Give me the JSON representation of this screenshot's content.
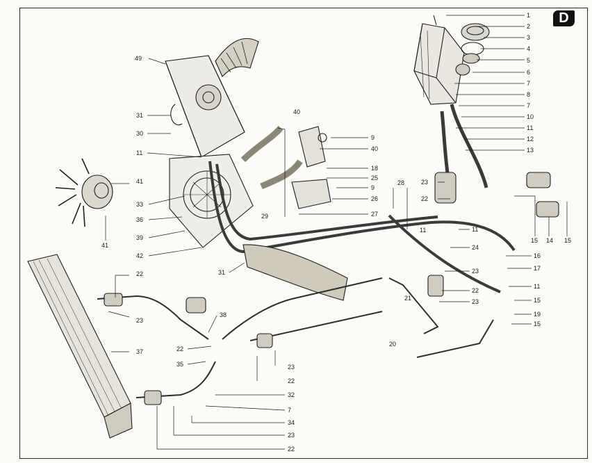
{
  "badge": "D",
  "callouts": {
    "c1": "1",
    "c2": "2",
    "c3": "3",
    "c4": "4",
    "c5": "5",
    "c6": "6",
    "c7a": "7",
    "c8": "8",
    "c7b": "7",
    "c10": "10",
    "c11a": "11",
    "c12": "12",
    "c13": "13",
    "c9a": "9",
    "c40a": "40",
    "c40b": "40",
    "c18": "18",
    "c25": "25",
    "c9b": "9",
    "c26": "26",
    "c27": "27",
    "c28": "28",
    "c23a": "23",
    "c22a": "22",
    "c11b": "11",
    "c11c": "11",
    "c24": "24",
    "c15a": "15",
    "c14": "14",
    "c15b": "15",
    "c16": "16",
    "c17": "17",
    "c11d": "11",
    "c23b": "23",
    "c22b": "22",
    "c23c": "23",
    "c21": "21",
    "c15c": "15",
    "c19": "19",
    "c15d": "15",
    "c20": "20",
    "c49": "49",
    "c31a": "31",
    "c30": "30",
    "c11e": "11",
    "c41a": "41",
    "c33": "33",
    "c36": "36",
    "c29": "29",
    "c41b": "41",
    "c39": "39",
    "c42": "42",
    "c31b": "31",
    "c22c": "22",
    "c23d": "23",
    "c38": "38",
    "c37": "37",
    "c22d": "22",
    "c35": "35",
    "c23e": "23",
    "c22e": "22",
    "c32": "32",
    "c7c": "7",
    "c34": "34",
    "c23f": "23",
    "c22f": "22"
  }
}
